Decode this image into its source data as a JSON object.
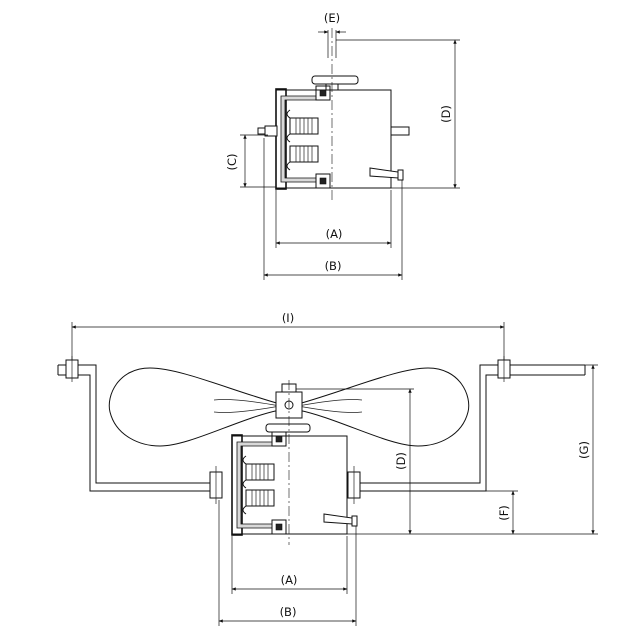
{
  "drawing_title": "",
  "top_view": {
    "dimensions": {
      "A": "(A)",
      "B": "(B)",
      "C": "(C)",
      "D": "(D)",
      "E": "(E)"
    }
  },
  "bottom_view": {
    "dimensions": {
      "A": "(A)",
      "B": "(B)",
      "D": "(D)",
      "F": "(F)",
      "G": "(G)",
      "I": "(I)"
    }
  },
  "colors": {
    "line": "#111111",
    "hatch": "#d9d9d9",
    "background": "#ffffff"
  }
}
